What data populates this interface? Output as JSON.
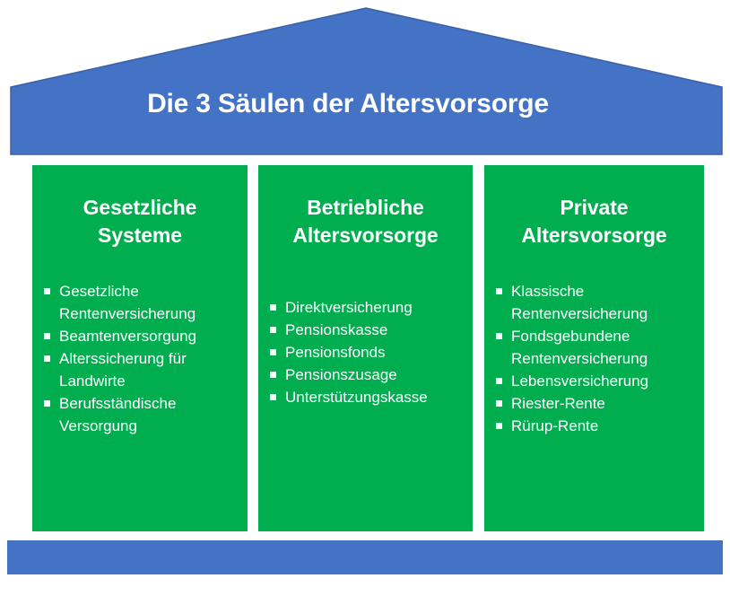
{
  "colors": {
    "roof": "#4472C4",
    "roof_border": "#2F528F",
    "pillar": "#00AE4F",
    "foundation": "#4472C4",
    "text_on_color": "#FFFFFF",
    "background": "#FFFFFF"
  },
  "roof": {
    "title": "Die 3 Säulen der Altersvorsorge",
    "shape": "pentagon-roof"
  },
  "pillars": [
    {
      "id": "gesetzliche-systeme",
      "heading": "Gesetzliche Systeme",
      "heading_line_1": "Gesetzliche",
      "heading_line_2": "Systeme",
      "items": [
        "Gesetzliche Rentenversicherung",
        "Beamtenversorgung",
        "Alterssicherung für Landwirte",
        "Berufsständische Versorgung"
      ]
    },
    {
      "id": "betriebliche-altersvorsorge",
      "heading": "Betriebliche Altersvorsorge",
      "heading_line_1": "Betriebliche",
      "heading_line_2": "Altersvorsorge",
      "items": [
        "Direktversicherung",
        "Pensionskasse",
        "Pensionsfonds",
        "Pensionszusage",
        "Unterstützungskasse"
      ]
    },
    {
      "id": "private-altersvorsorge",
      "heading": "Private Altersvorsorge",
      "heading_line_1": "Private",
      "heading_line_2": "Altersvorsorge",
      "items": [
        "Klassische Rentenversicherung",
        "Fondsgebundene Rentenversicherung",
        "Lebensversicherung",
        "Riester-Rente",
        "Rürup-Rente"
      ]
    }
  ],
  "foundation": {
    "label": ""
  },
  "icons": {
    "bullet": "square-bullet-icon"
  }
}
